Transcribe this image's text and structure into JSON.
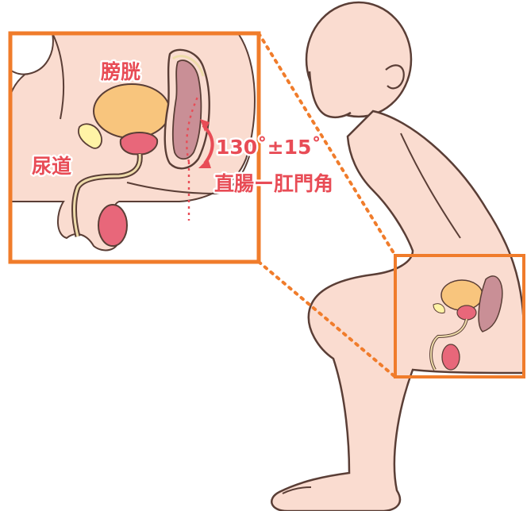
{
  "labels": {
    "bladder": "膀胱",
    "urethra": "尿道",
    "angle_value": "130˚±15˚",
    "angle_name": "直腸ー肛門角"
  },
  "colors": {
    "skin": "#fadcd0",
    "outline": "#5a3e36",
    "bladder": "#f8c57d",
    "prostate": "#e8677a",
    "testis": "#e8677a",
    "rectum": "#c98f96",
    "seminal": "#fff3a6",
    "urethra": "#eedcaa",
    "frame": "#f07c2b",
    "accent": "#e84c56"
  }
}
